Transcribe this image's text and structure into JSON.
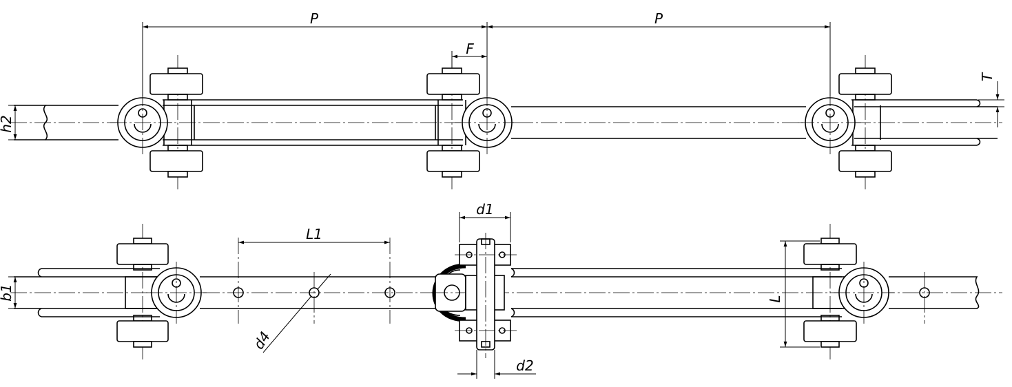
{
  "dimension_labels": {
    "pitch_left": "P",
    "pitch_right": "P",
    "offset": "F",
    "thickness": "T",
    "height": "h2",
    "width": "b1",
    "hole_spacing": "L1",
    "hole_diameter": "d4",
    "diameter_1": "d1",
    "diameter_2": "d2",
    "length": "L"
  }
}
